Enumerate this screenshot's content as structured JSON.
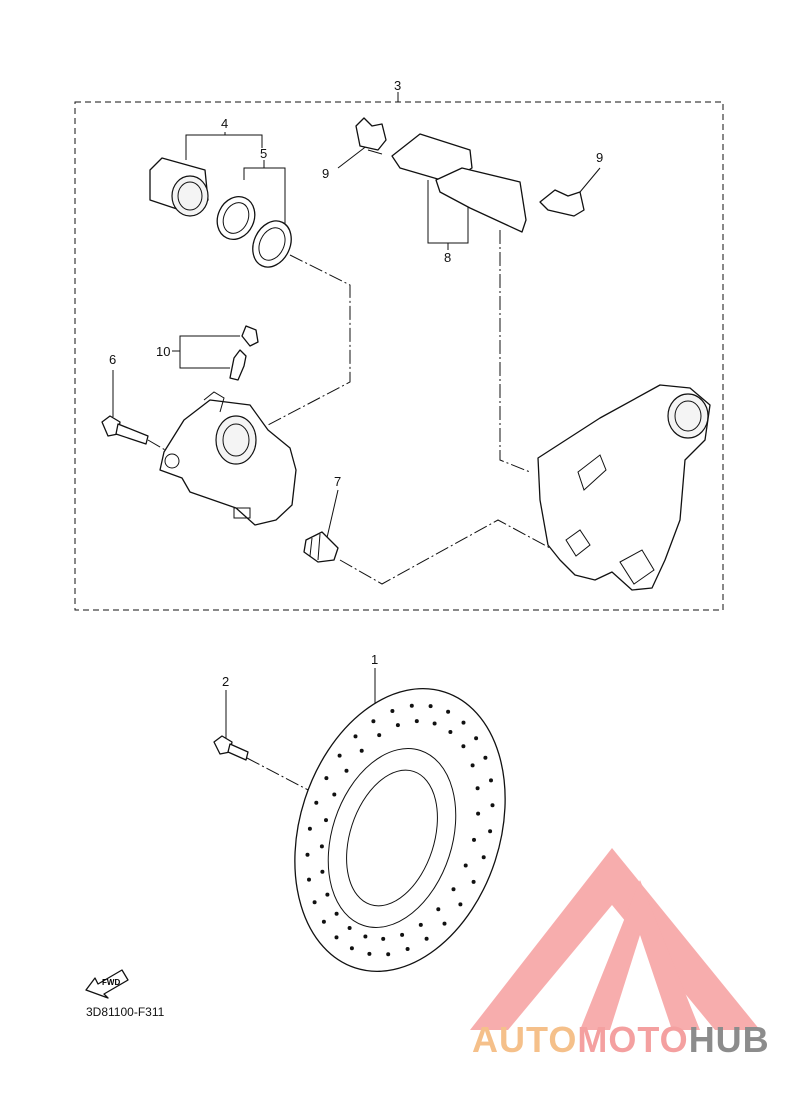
{
  "diagram": {
    "callouts": [
      {
        "id": "c1",
        "label": "1"
      },
      {
        "id": "c2",
        "label": "2"
      },
      {
        "id": "c3",
        "label": "3"
      },
      {
        "id": "c4",
        "label": "4"
      },
      {
        "id": "c5",
        "label": "5"
      },
      {
        "id": "c6",
        "label": "6"
      },
      {
        "id": "c7",
        "label": "7"
      },
      {
        "id": "c8",
        "label": "8"
      },
      {
        "id": "c9a",
        "label": "9"
      },
      {
        "id": "c9b",
        "label": "9"
      },
      {
        "id": "c10",
        "label": "10"
      }
    ],
    "fwd_label": "FWD",
    "diagram_code": "3D81100-F311"
  },
  "watermark": {
    "part1": "AUTO",
    "part2": "MOTO",
    "part3": "HUB",
    "colors": {
      "auto": "#f5c08a",
      "moto": "#f4a0a0",
      "hub": "#8c8c8c",
      "logo": "#f7a5a5"
    }
  }
}
